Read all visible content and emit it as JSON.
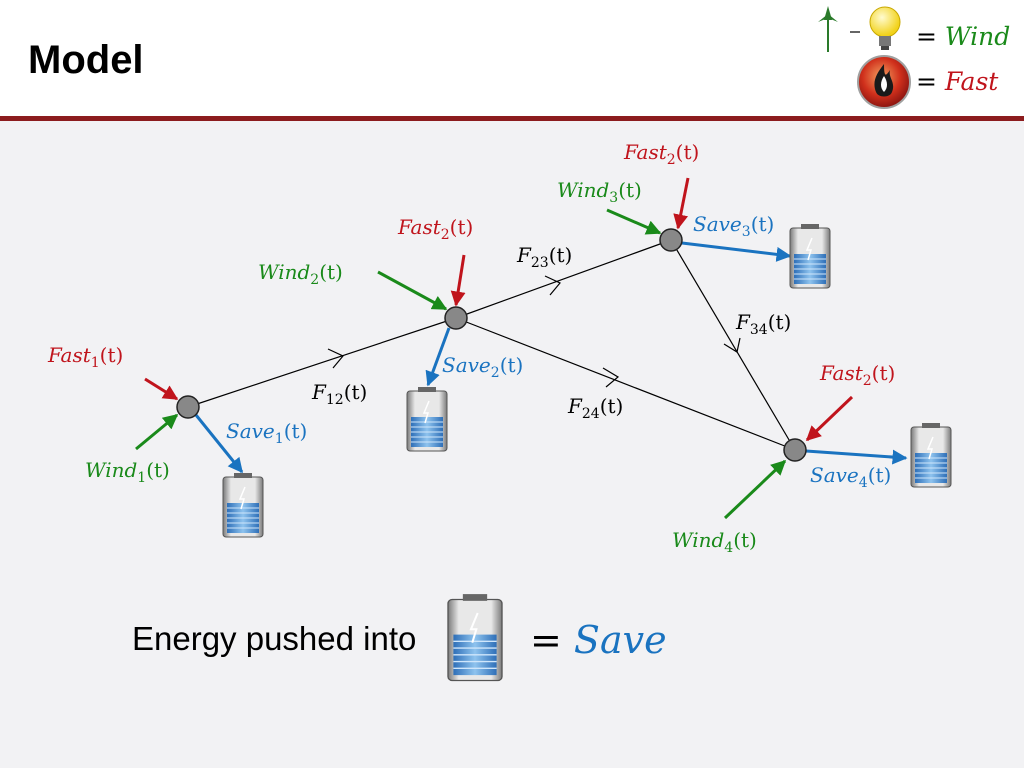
{
  "slide": {
    "title": "Model"
  },
  "legend": {
    "wind_eq": "= ",
    "wind_label": "Wind",
    "fast_eq": "= ",
    "fast_label": "Fast"
  },
  "colors": {
    "fast": "#c0141c",
    "wind": "#1a8a1a",
    "save": "#1a73c0",
    "edge": "#000000",
    "node": "#888888",
    "rule": "#8c1c1e"
  },
  "nodes": [
    {
      "id": 1,
      "name": "node-1",
      "fast": "Fast",
      "fast_sub": "1",
      "wind": "Wind",
      "wind_sub": "1",
      "save": "Save",
      "save_sub": "1"
    },
    {
      "id": 2,
      "name": "node-2",
      "fast": "Fast",
      "fast_sub": "2",
      "wind": "Wind",
      "wind_sub": "2",
      "save": "Save",
      "save_sub": "2"
    },
    {
      "id": 3,
      "name": "node-3",
      "fast": "Fast",
      "fast_sub": "2",
      "wind": "Wind",
      "wind_sub": "3",
      "save": "Save",
      "save_sub": "3"
    },
    {
      "id": 4,
      "name": "node-4",
      "fast": "Fast",
      "fast_sub": "2",
      "wind": "Wind",
      "wind_sub": "4",
      "save": "Save",
      "save_sub": "4"
    }
  ],
  "edges": [
    {
      "label": "F",
      "sub": "12"
    },
    {
      "label": "F",
      "sub": "23"
    },
    {
      "label": "F",
      "sub": "24"
    },
    {
      "label": "F",
      "sub": "34"
    }
  ],
  "time_arg": "(t)",
  "footer": {
    "text": "Energy pushed into",
    "eq": "= ",
    "save_label": "Save"
  }
}
